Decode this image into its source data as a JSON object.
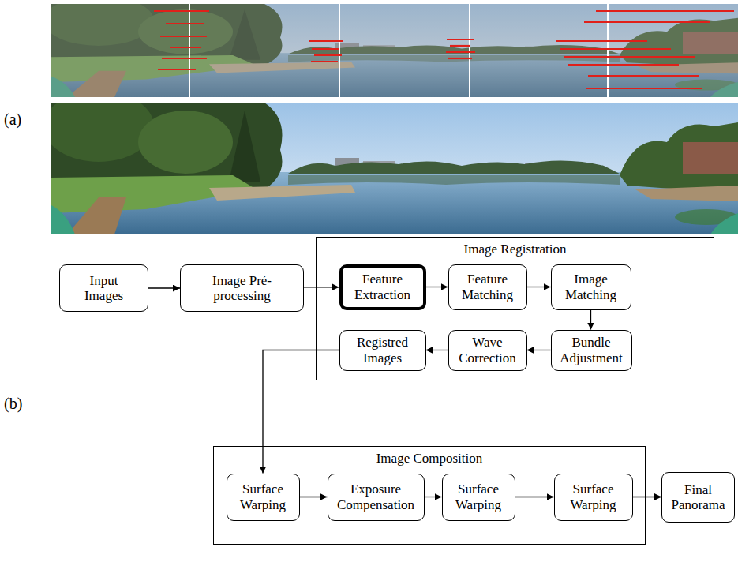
{
  "diagram": {
    "nodes": [
      {
        "text": [
          "Input Images"
        ]
      },
      {
        "text": [
          "Image Pré-processing"
        ]
      },
      {
        "text": [
          "Image Registration"
        ]
      },
      {
        "text": [
          "Feature Extraction"
        ],
        "in": 2
      },
      {
        "text": [
          "Feature Matching"
        ],
        "in": 2
      },
      {
        "text": [
          "Image Matching"
        ],
        "in": 2
      },
      {
        "text": [
          "Bundle Adjustment"
        ],
        "in": 2
      },
      {
        "text": [
          "Wave Correction"
        ],
        "in": 2
      },
      {
        "text": [
          "Registred Images"
        ],
        "in": 2
      },
      {
        "text": [
          "Image Composition"
        ]
      },
      {
        "text": [
          "Surface Warping"
        ],
        "in": 9
      },
      {
        "text": [
          "Exposure Compensation"
        ],
        "in": 9
      },
      {
        "text": [
          "Surface Warping"
        ],
        "in": 9
      },
      {
        "text": [
          "Surface Warping"
        ],
        "in": 9
      },
      {
        "text": [
          "Final Panorama"
        ]
      }
    ],
    "edges": [
      {
        "from": 0,
        "to": 1,
        "arrow": "to"
      },
      {
        "from": 1,
        "to": 3,
        "arrow": "to"
      },
      {
        "from": 3,
        "to": 4,
        "arrow": "to"
      },
      {
        "from": 4,
        "to": 5,
        "arrow": "to"
      },
      {
        "from": 5,
        "to": 6,
        "arrow": "to"
      },
      {
        "from": 6,
        "to": 7,
        "arrow": "to"
      },
      {
        "from": 7,
        "to": 8,
        "arrow": "to"
      },
      {
        "from": 8,
        "to": 10,
        "arrow": "to"
      },
      {
        "from": 10,
        "to": 11,
        "arrow": "to"
      },
      {
        "from": 11,
        "to": 12,
        "arrow": "to"
      },
      {
        "from": 12,
        "to": 13,
        "arrow": "to"
      },
      {
        "from": 13,
        "to": 14,
        "arrow": "to"
      }
    ],
    "labels": [
      "(a)",
      "(b)"
    ]
  }
}
